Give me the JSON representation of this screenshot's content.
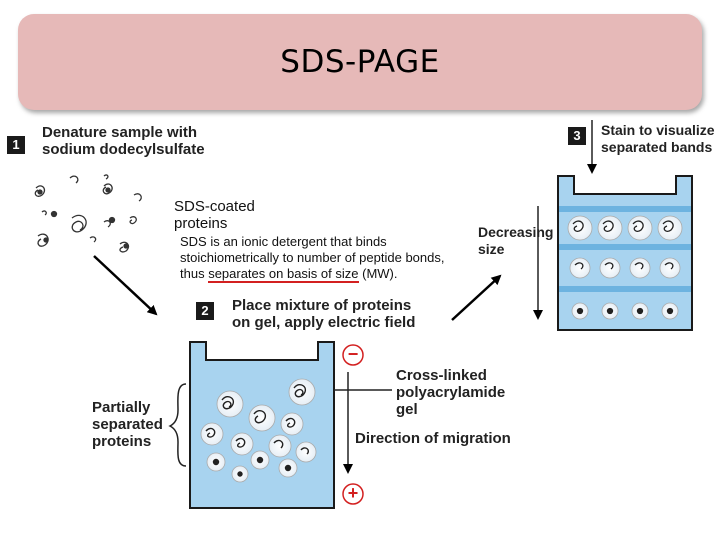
{
  "title": "SDS-PAGE",
  "step1": {
    "number": "1",
    "line1": "Denature sample with",
    "line2": "sodium dodecylsulfate"
  },
  "sds_label": {
    "line1": "SDS-coated",
    "line2": "proteins"
  },
  "note": {
    "line1": "SDS is an ionic detergent that binds",
    "line2": "stoichiometrically to number of peptide bonds,",
    "line3_prefix": "thus ",
    "line3_underlined": "separates on basis of size",
    "line3_suffix": " (MW)."
  },
  "step2": {
    "number": "2",
    "line1": "Place mixture of proteins",
    "line2": "on gel,  apply electric field"
  },
  "step3": {
    "number": "3",
    "line1": "Stain to visualize",
    "line2": "separated bands"
  },
  "decreasing": {
    "line1": "Decreasing",
    "line2": "size"
  },
  "gel_label": {
    "line1": "Cross-linked",
    "line2": "polyacrylamide",
    "line3": "gel"
  },
  "migration_label": "Direction of migration",
  "partial_label": {
    "line1": "Partially",
    "line2": "separated",
    "line3": "proteins"
  },
  "electrodes": {
    "negative": "−",
    "positive": "+"
  },
  "colors": {
    "title_bg": "#e6b9b8",
    "gel_blue": "#a8d3ef",
    "band_blue": "#6db3e0",
    "arrow_red": "#d32020"
  }
}
